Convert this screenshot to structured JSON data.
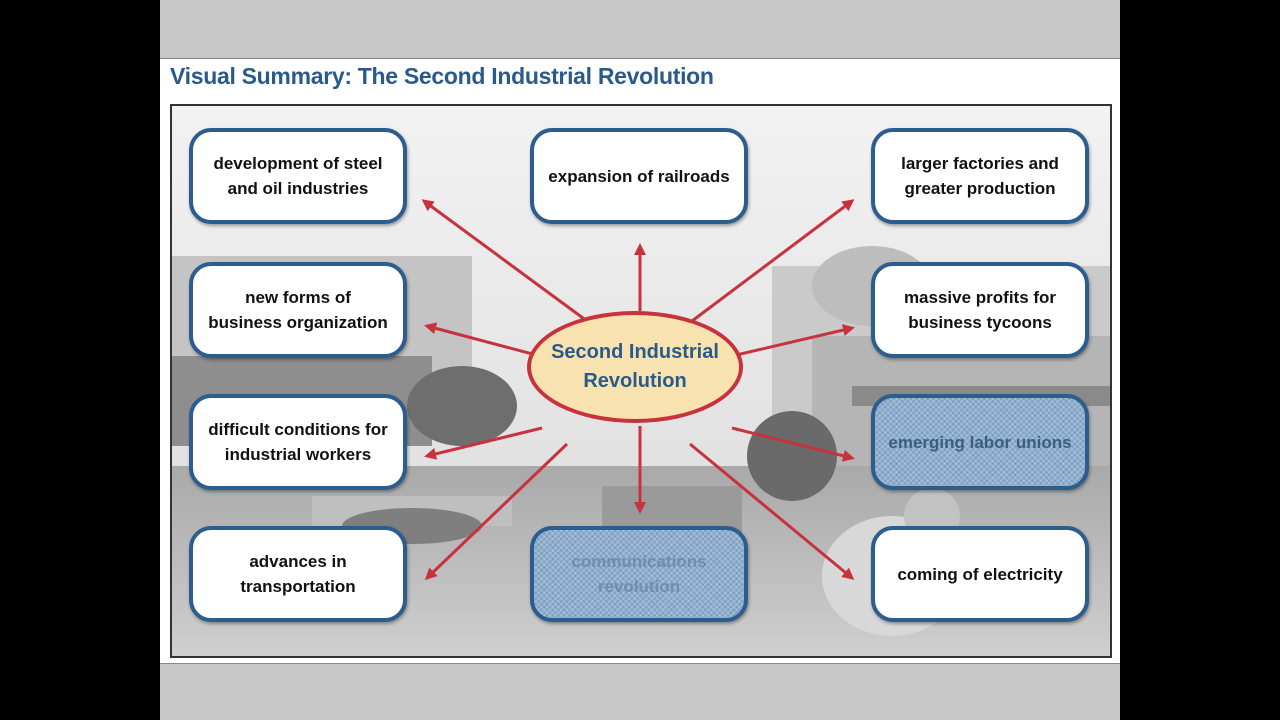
{
  "slide": {
    "title": "Visual Summary: The Second Industrial Revolution"
  },
  "diagram": {
    "center": {
      "line1": "Second Industrial",
      "line2": "Revolution"
    },
    "nodes": [
      {
        "line1": "development of steel",
        "line2": "and oil industries"
      },
      {
        "line1": "expansion of railroads",
        "line2": ""
      },
      {
        "line1": "larger factories and",
        "line2": "greater production"
      },
      {
        "line1": "new forms of",
        "line2": "business organization"
      },
      {
        "line1": "massive profits for",
        "line2": "business tycoons"
      },
      {
        "line1": "difficult conditions for",
        "line2": "industrial workers"
      },
      {
        "line1": "emerging labor unions",
        "line2": ""
      },
      {
        "line1": "advances in",
        "line2": "transportation"
      },
      {
        "line1": "communications",
        "line2": "revolution"
      },
      {
        "line1": "coming of electricity",
        "line2": ""
      }
    ]
  },
  "colors": {
    "title": "#2a5a8c",
    "box_border": "#2c5d8f",
    "arrow": "#c8323c",
    "center_fill": "#f7e2b0"
  }
}
